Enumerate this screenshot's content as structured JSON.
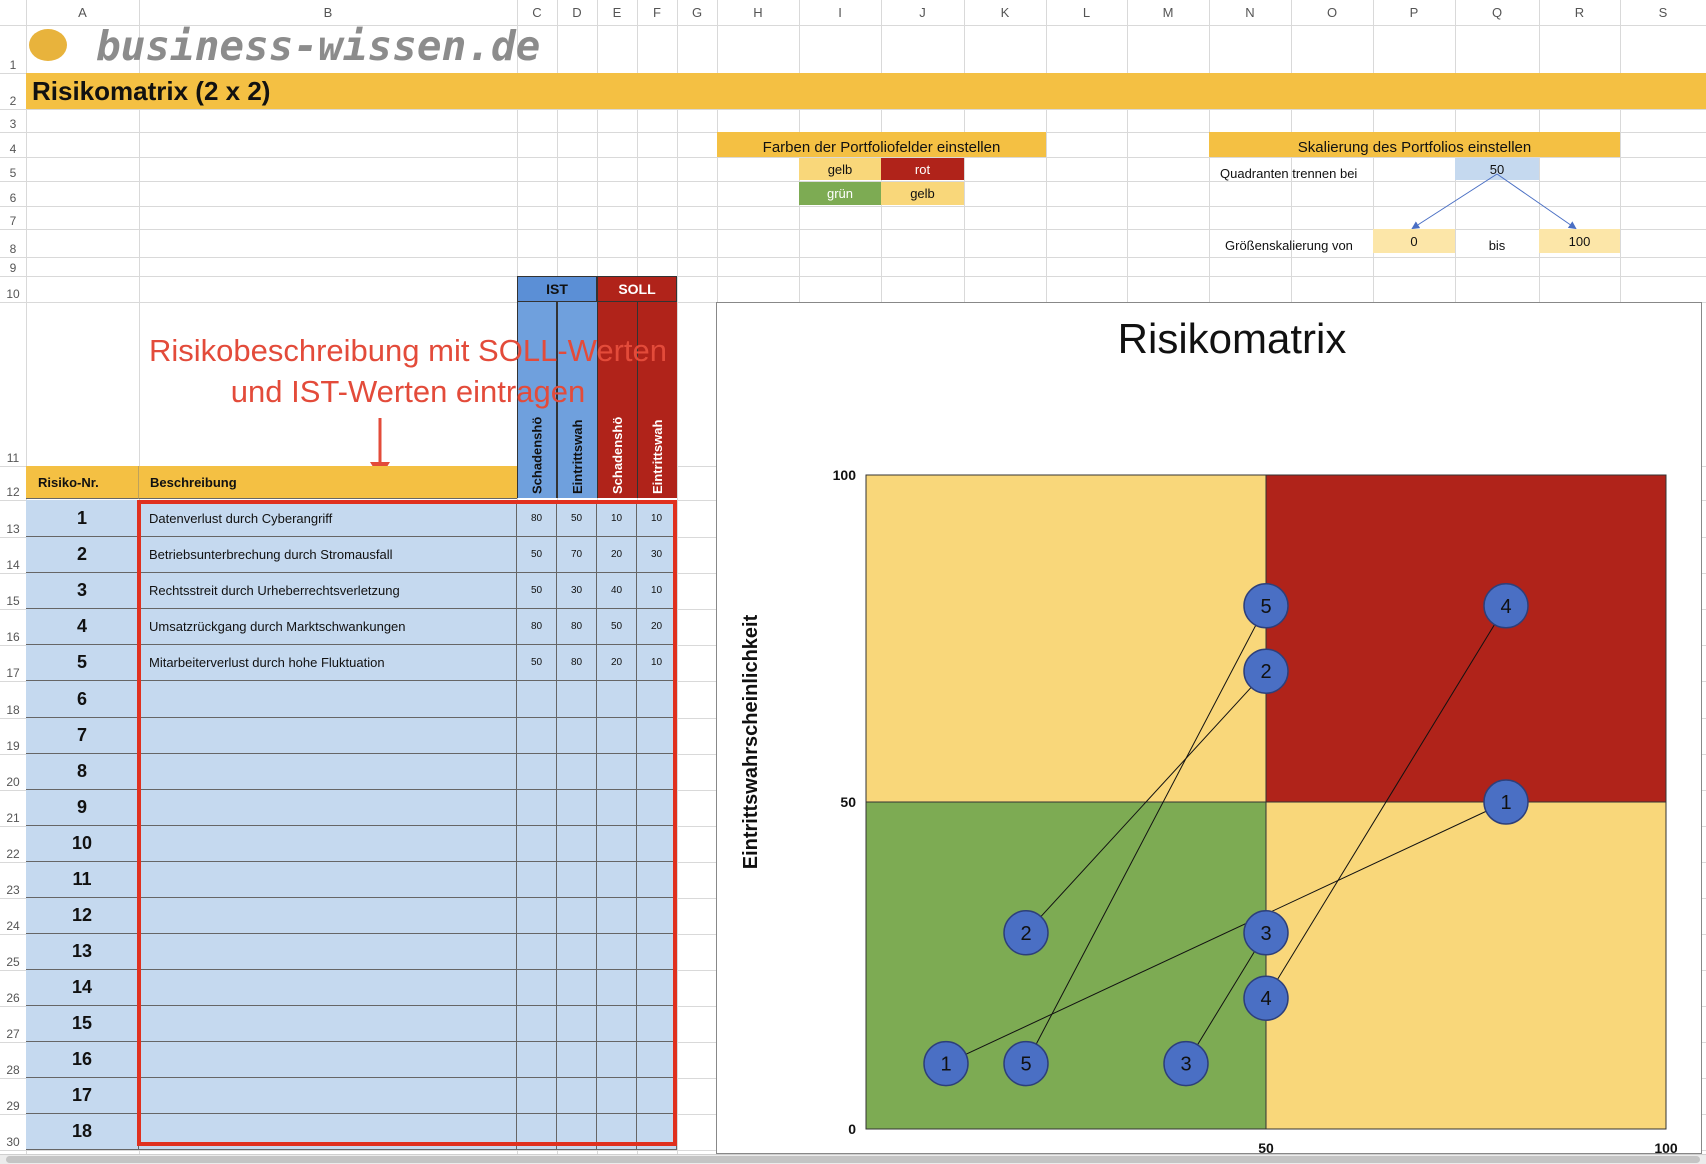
{
  "columns": [
    "A",
    "B",
    "C",
    "D",
    "E",
    "F",
    "G",
    "H",
    "I",
    "J",
    "K",
    "L",
    "M",
    "N",
    "O",
    "P",
    "Q",
    "R",
    "S"
  ],
  "rows": [
    "1",
    "2",
    "3",
    "4",
    "5",
    "6",
    "7",
    "8",
    "9",
    "10",
    "11",
    "12",
    "13",
    "14",
    "15",
    "16",
    "17",
    "18",
    "19",
    "20",
    "21",
    "22",
    "23",
    "24",
    "25",
    "26",
    "27",
    "28",
    "29",
    "30"
  ],
  "logo": {
    "text": "business-wissen.de",
    "dot_color": "#e8b33c"
  },
  "sheet_title": "Risikomatrix (2 x 2)",
  "colors_panel": {
    "header": "Farben der Portfoliofelder einstellen",
    "cells": [
      {
        "label": "gelb",
        "color": "#f9d77a"
      },
      {
        "label": "rot",
        "color": "#b0231a"
      },
      {
        "label": "grün",
        "color": "#7dab53"
      },
      {
        "label": "gelb",
        "color": "#f9d77a"
      }
    ]
  },
  "scaling_panel": {
    "header": "Skalierung des Portfolios einstellen",
    "split_label": "Quadranten trennen bei",
    "split_value": "50",
    "range_label": "Größenskalierung von",
    "min_value": "0",
    "to_label": "bis",
    "max_value": "100"
  },
  "annotation": {
    "line1": "Risikobeschreibung mit SOLL-Werten",
    "line2": "und IST-Werten eintragen",
    "color": "#e34b3a"
  },
  "table": {
    "group_ist": "IST",
    "group_soll": "SOLL",
    "col_risk_nr": "Risiko-Nr.",
    "col_description": "Beschreibung",
    "vertical_headers": [
      "Schadenshö",
      "Eintrittswah",
      "Schadenshö",
      "Eintrittswah"
    ],
    "rows": [
      {
        "nr": "1",
        "desc": "Datenverlust durch Cyberangriff",
        "vals": [
          "80",
          "50",
          "10",
          "10"
        ]
      },
      {
        "nr": "2",
        "desc": "Betriebsunterbrechung durch Stromausfall",
        "vals": [
          "50",
          "70",
          "20",
          "30"
        ]
      },
      {
        "nr": "3",
        "desc": "Rechtsstreit durch Urheberrechtsverletzung",
        "vals": [
          "50",
          "30",
          "40",
          "10"
        ]
      },
      {
        "nr": "4",
        "desc": "Umsatzrückgang durch Marktschwankungen",
        "vals": [
          "80",
          "80",
          "50",
          "20"
        ]
      },
      {
        "nr": "5",
        "desc": "Mitarbeiterverlust durch hohe Fluktuation",
        "vals": [
          "50",
          "80",
          "20",
          "10"
        ]
      },
      {
        "nr": "6",
        "desc": "",
        "vals": [
          "",
          "",
          "",
          ""
        ]
      },
      {
        "nr": "7",
        "desc": "",
        "vals": [
          "",
          "",
          "",
          ""
        ]
      },
      {
        "nr": "8",
        "desc": "",
        "vals": [
          "",
          "",
          "",
          ""
        ]
      },
      {
        "nr": "9",
        "desc": "",
        "vals": [
          "",
          "",
          "",
          ""
        ]
      },
      {
        "nr": "10",
        "desc": "",
        "vals": [
          "",
          "",
          "",
          ""
        ]
      },
      {
        "nr": "11",
        "desc": "",
        "vals": [
          "",
          "",
          "",
          ""
        ]
      },
      {
        "nr": "12",
        "desc": "",
        "vals": [
          "",
          "",
          "",
          ""
        ]
      },
      {
        "nr": "13",
        "desc": "",
        "vals": [
          "",
          "",
          "",
          ""
        ]
      },
      {
        "nr": "14",
        "desc": "",
        "vals": [
          "",
          "",
          "",
          ""
        ]
      },
      {
        "nr": "15",
        "desc": "",
        "vals": [
          "",
          "",
          "",
          ""
        ]
      },
      {
        "nr": "16",
        "desc": "",
        "vals": [
          "",
          "",
          "",
          ""
        ]
      },
      {
        "nr": "17",
        "desc": "",
        "vals": [
          "",
          "",
          "",
          ""
        ]
      },
      {
        "nr": "18",
        "desc": "",
        "vals": [
          "",
          "",
          "",
          ""
        ]
      }
    ]
  },
  "chart": {
    "title": "Risikomatrix",
    "ylabel": "Eintrittswahrscheinlichkeit",
    "xlim": [
      0,
      100
    ],
    "ylim": [
      0,
      100
    ],
    "split": 50,
    "quadrant_colors": {
      "top_left": "#f9d77a",
      "top_right": "#b0231a",
      "bottom_left": "#7dab53",
      "bottom_right": "#f9d77a"
    },
    "marker_color": "#4a6fc4",
    "y_ticks": [
      "0",
      "50",
      "100"
    ],
    "x_ticks": [
      "50",
      "100"
    ]
  },
  "chart_data": {
    "type": "scatter",
    "title": "Risikomatrix",
    "xlabel": "",
    "ylabel": "Eintrittswahrscheinlichkeit",
    "xlim": [
      0,
      100
    ],
    "ylim": [
      0,
      100
    ],
    "grid": false,
    "series": [
      {
        "name": "IST",
        "points": [
          {
            "label": "1",
            "x": 80,
            "y": 50
          },
          {
            "label": "2",
            "x": 50,
            "y": 70
          },
          {
            "label": "3",
            "x": 50,
            "y": 30
          },
          {
            "label": "4",
            "x": 80,
            "y": 80
          },
          {
            "label": "5",
            "x": 50,
            "y": 80
          }
        ]
      },
      {
        "name": "SOLL",
        "points": [
          {
            "label": "1",
            "x": 10,
            "y": 10
          },
          {
            "label": "2",
            "x": 20,
            "y": 30
          },
          {
            "label": "3",
            "x": 40,
            "y": 10
          },
          {
            "label": "4",
            "x": 50,
            "y": 20
          },
          {
            "label": "5",
            "x": 20,
            "y": 10
          }
        ]
      }
    ]
  }
}
